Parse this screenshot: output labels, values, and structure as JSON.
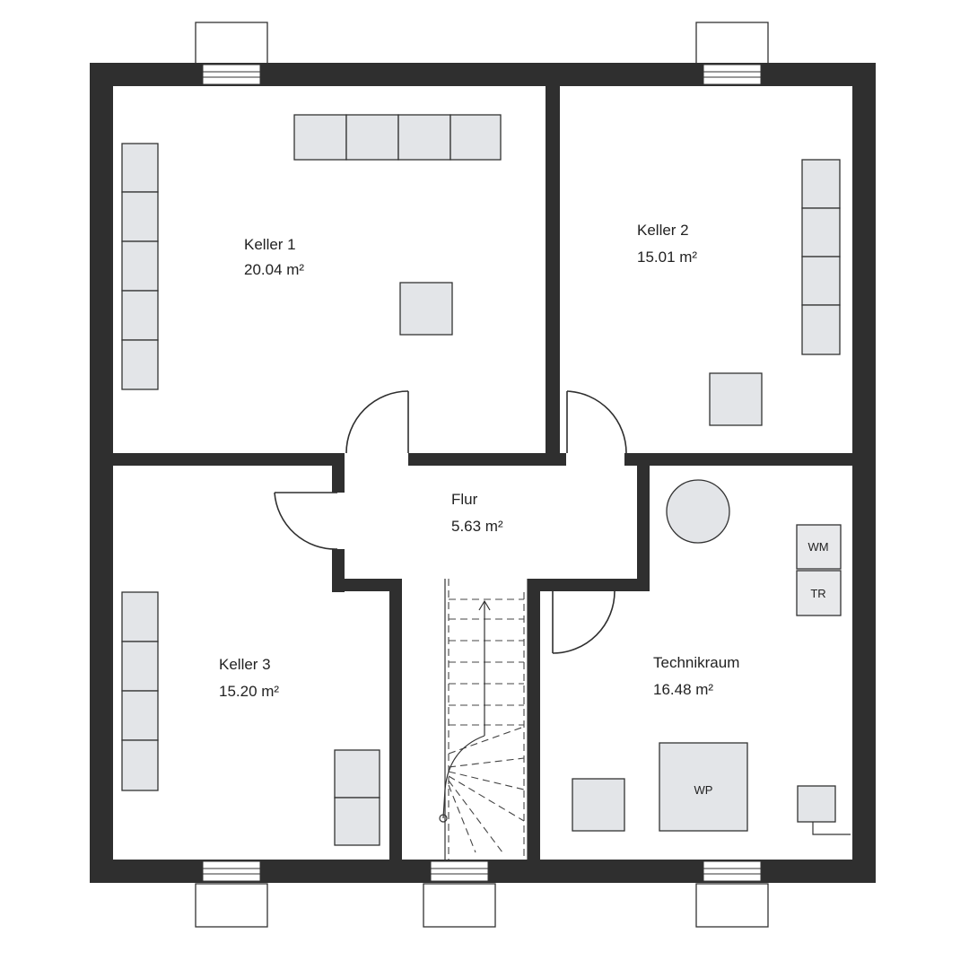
{
  "rooms": {
    "keller1": {
      "name": "Keller 1",
      "area": "20.04 m²"
    },
    "keller2": {
      "name": "Keller 2",
      "area": "15.01 m²"
    },
    "keller3": {
      "name": "Keller 3",
      "area": "15.20 m²"
    },
    "flur": {
      "name": "Flur",
      "area": "5.63 m²"
    },
    "technikraum": {
      "name": "Technikraum",
      "area": "16.48 m²"
    }
  },
  "appliances": {
    "washer": "WM",
    "dryer": "TR",
    "heat_pump": "WP"
  },
  "colors": {
    "wall": "#2f2f2f",
    "furniture_fill": "#e3e5e8",
    "background": "#ffffff"
  }
}
